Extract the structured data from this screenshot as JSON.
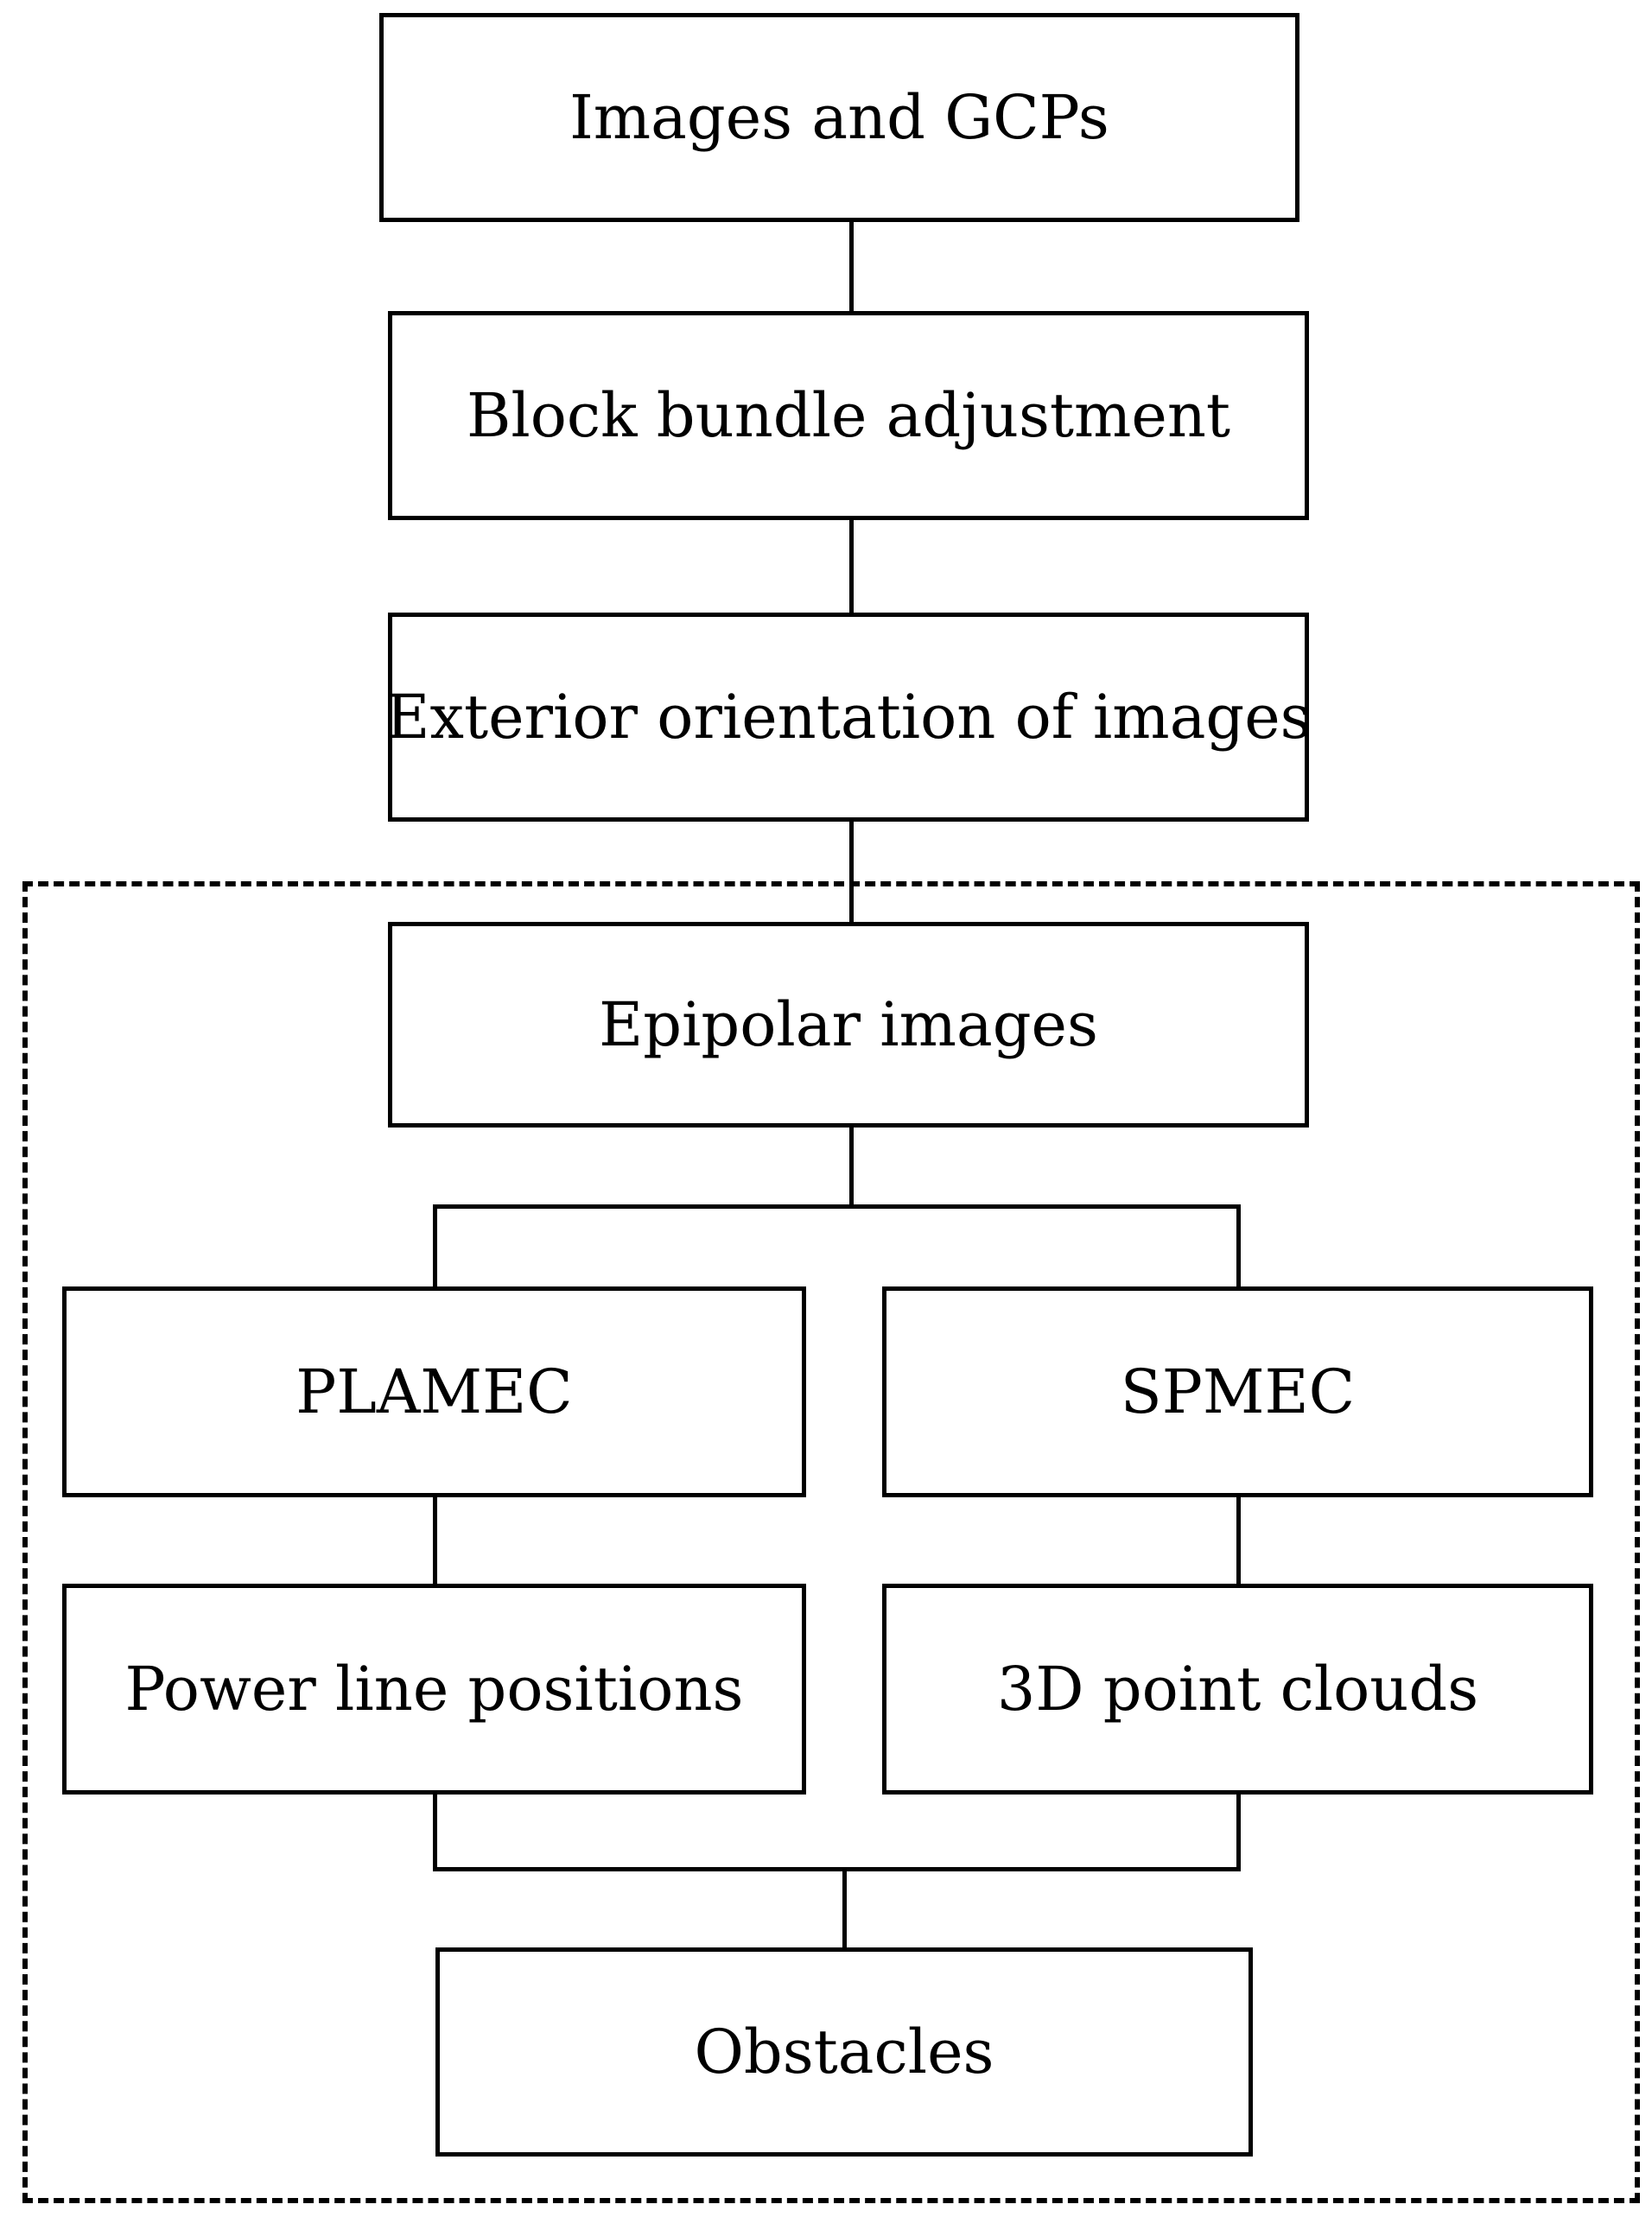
{
  "diagram": {
    "nodes": {
      "images_gcps": "Images and GCPs",
      "block_bundle": "Block bundle adjustment",
      "exterior_orientation": "Exterior orientation of images",
      "epipolar": "Epipolar images",
      "plamec": "PLAMEC",
      "spmec": "SPMEC",
      "power_line_positions": "Power line positions",
      "point_clouds": "3D point clouds",
      "obstacles": "Obstacles"
    },
    "edges": [
      {
        "from": "images_gcps",
        "to": "block_bundle"
      },
      {
        "from": "block_bundle",
        "to": "exterior_orientation"
      },
      {
        "from": "exterior_orientation",
        "to": "epipolar"
      },
      {
        "from": "epipolar",
        "to": "plamec"
      },
      {
        "from": "epipolar",
        "to": "spmec"
      },
      {
        "from": "plamec",
        "to": "power_line_positions"
      },
      {
        "from": "spmec",
        "to": "point_clouds"
      },
      {
        "from": "power_line_positions",
        "to": "obstacles"
      },
      {
        "from": "point_clouds",
        "to": "obstacles"
      }
    ],
    "group": {
      "style": "dashed",
      "members": [
        "epipolar",
        "plamec",
        "spmec",
        "power_line_positions",
        "point_clouds",
        "obstacles"
      ]
    }
  }
}
